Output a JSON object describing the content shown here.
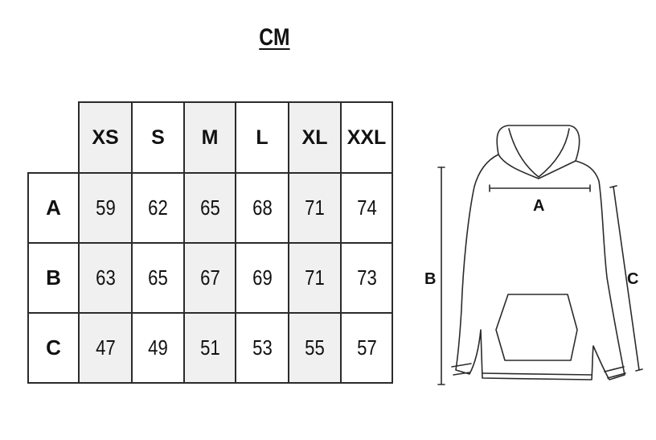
{
  "unit_title": "CM",
  "sizes": [
    "XS",
    "S",
    "M",
    "L",
    "XL",
    "XXL"
  ],
  "rows": [
    {
      "label": "A",
      "values": [
        "59",
        "62",
        "65",
        "68",
        "71",
        "74"
      ]
    },
    {
      "label": "B",
      "values": [
        "63",
        "65",
        "67",
        "69",
        "71",
        "73"
      ]
    },
    {
      "label": "C",
      "values": [
        "47",
        "49",
        "51",
        "53",
        "55",
        "57"
      ]
    }
  ],
  "diagram": {
    "label_a": "A",
    "label_b": "B",
    "label_c": "C"
  },
  "colors": {
    "line": "#2b2b2b",
    "shade": "#f0f0f0"
  }
}
